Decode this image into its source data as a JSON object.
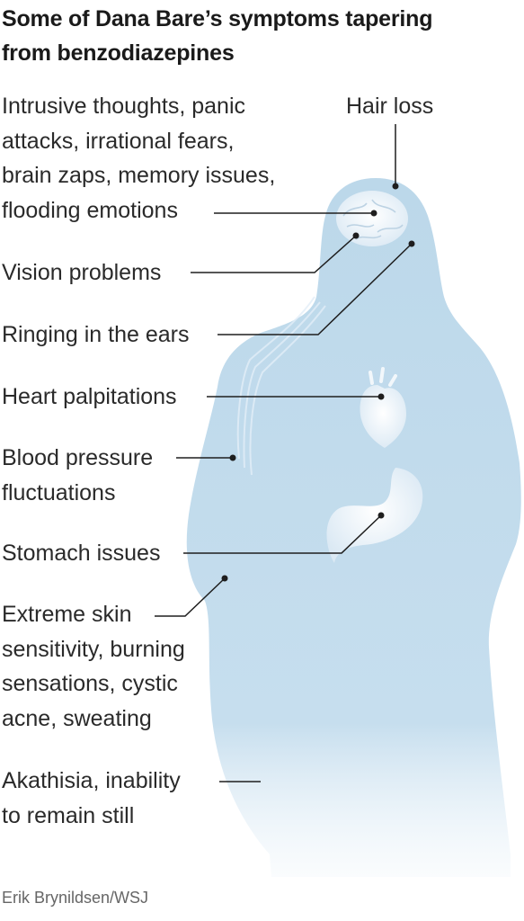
{
  "title": {
    "line1": "Some of Dana Bare’s symptoms tapering",
    "line2": "from benzodiazepines"
  },
  "labels": {
    "hair_loss": "Hair loss",
    "brain": [
      "Intrusive thoughts, panic",
      "attacks, irrational fears,",
      "brain zaps, memory issues,",
      "flooding emotions"
    ],
    "vision": "Vision problems",
    "ears": "Ringing in the ears",
    "heart": "Heart palpitations",
    "blood": [
      "Blood pressure",
      "fluctuations"
    ],
    "stomach": "Stomach issues",
    "skin": [
      "Extreme skin",
      "sensitivity, burning",
      "sensations, cystic",
      "acne, sweating"
    ],
    "akathisia": [
      "Akathisia, inability",
      "to remain still"
    ]
  },
  "credit": "Erik Brynildsen/WSJ",
  "colors": {
    "silhouette": "#bcd8ea",
    "organs": "#f2f7fb",
    "leader_line": "#1e1e1e",
    "text": "#2a2a2a"
  }
}
